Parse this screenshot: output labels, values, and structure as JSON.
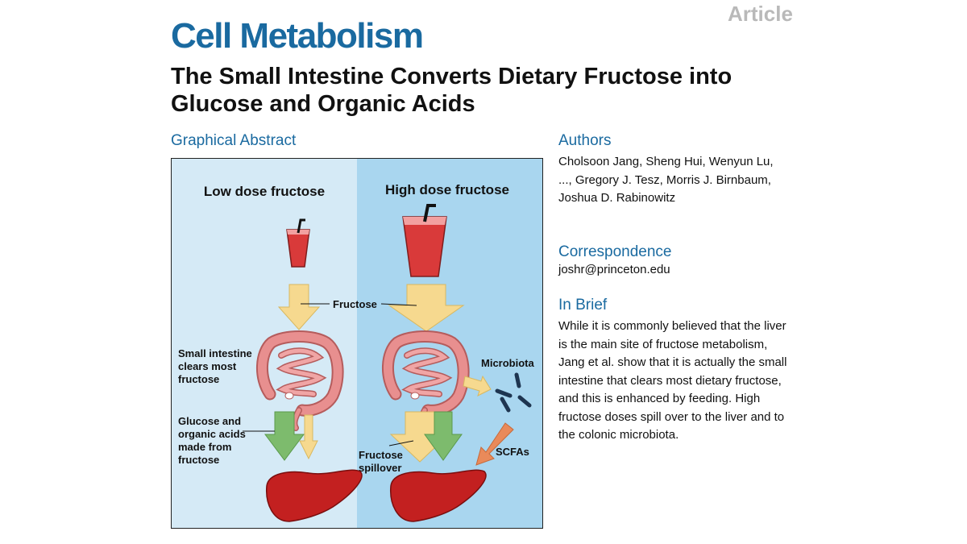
{
  "article_label": "Article",
  "journal": "Cell Metabolism",
  "title": "The Small Intestine Converts Dietary Fructose into Glucose and Organic Acids",
  "graphical_abstract": {
    "heading": "Graphical Abstract",
    "low_dose_label": "Low dose fructose",
    "high_dose_label": "High dose fructose",
    "fructose_label": "Fructose",
    "small_intestine_label": [
      "Small intestine",
      "clears most",
      "fructose"
    ],
    "glucose_label": [
      "Glucose and",
      "organic acids",
      "made from",
      "fructose"
    ],
    "spillover_label": [
      "Fructose",
      "spillover"
    ],
    "microbiota_label": "Microbiota",
    "scfa_label": "SCFAs",
    "colors": {
      "low_panel_bg": "#d5eaf6",
      "high_panel_bg": "#a9d6ef",
      "fructose_arrow": "#f6d98f",
      "glucose_arrow": "#7dbb6d",
      "liver": "#c32020",
      "intestine": "#e88f8f",
      "drink": "#d93a3a",
      "bacteria": "#1e3550",
      "scfa_arrow": "#e98a5a"
    }
  },
  "authors": {
    "heading": "Authors",
    "names": "Cholsoon Jang, Sheng Hui, Wenyun Lu, ..., Gregory J. Tesz, Morris J. Birnbaum, Joshua D. Rabinowitz"
  },
  "correspondence": {
    "heading": "Correspondence",
    "email": "joshr@princeton.edu"
  },
  "in_brief": {
    "heading": "In Brief",
    "text": "While it is commonly believed that the liver is the main site of fructose metabolism, Jang et al. show that it is actually the small intestine that clears most dietary fructose, and this is enhanced by feeding. High fructose doses spill over to the liver and to the colonic microbiota."
  }
}
